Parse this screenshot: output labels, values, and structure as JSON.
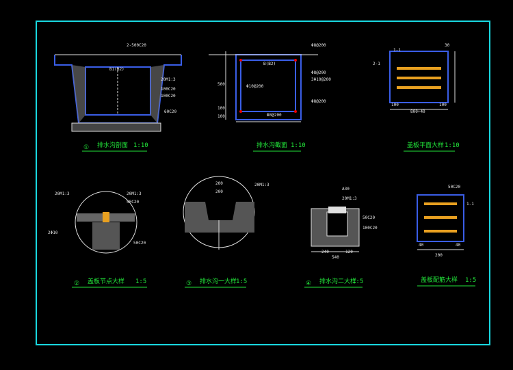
{
  "details": {
    "d1": {
      "num": "①",
      "title": "排水沟剖面",
      "scale": "1:10",
      "note": "B1(B2)",
      "c1": "2-500C20",
      "c2": "20M1:3",
      "c3": "100C20",
      "c4": "100C20",
      "c5": "60C20"
    },
    "d2": {
      "title": "排水沟截面",
      "scale": "1:10",
      "b": "B(B2)",
      "c1": "Φ8@200",
      "c2": "Φ8@200",
      "c3": "Φ10@200",
      "c4": "Φ8@200",
      "c5": "Φ8@200",
      "c6": "3Φ10@200",
      "v1": "500",
      "v2": "100",
      "v3": "100"
    },
    "d3": {
      "title": "盖板平面大样",
      "scale": "1:10",
      "note": "30",
      "c1": "1-1",
      "c2": "2-1",
      "d1": "800+40",
      "d2": "100",
      "d3": "100"
    },
    "d4": {
      "num": "②",
      "title": "盖板节点大样",
      "scale": "1:5",
      "c1": "20M1:3",
      "c2": "20M1:3",
      "c3": "50C20",
      "c4": "50C20",
      "c5": "2Φ10"
    },
    "d5": {
      "num": "③",
      "title": "排水沟一大样",
      "scale": "1:5",
      "c1": "20M1:3",
      "d1": "200",
      "d2": "200"
    },
    "d6": {
      "num": "④",
      "title": "排水沟二大样",
      "scale": "1:5",
      "c1": "A30",
      "c2": "20M1:3",
      "c3": "50C20",
      "c4": "100C20",
      "d1": "540",
      "d2": "240",
      "d3": "120"
    },
    "d7": {
      "title": "盖板配筋大样",
      "scale": "1:5",
      "c1": "50C20",
      "c2": "1-1",
      "d1": "200",
      "d2": "40",
      "d3": "40"
    }
  }
}
